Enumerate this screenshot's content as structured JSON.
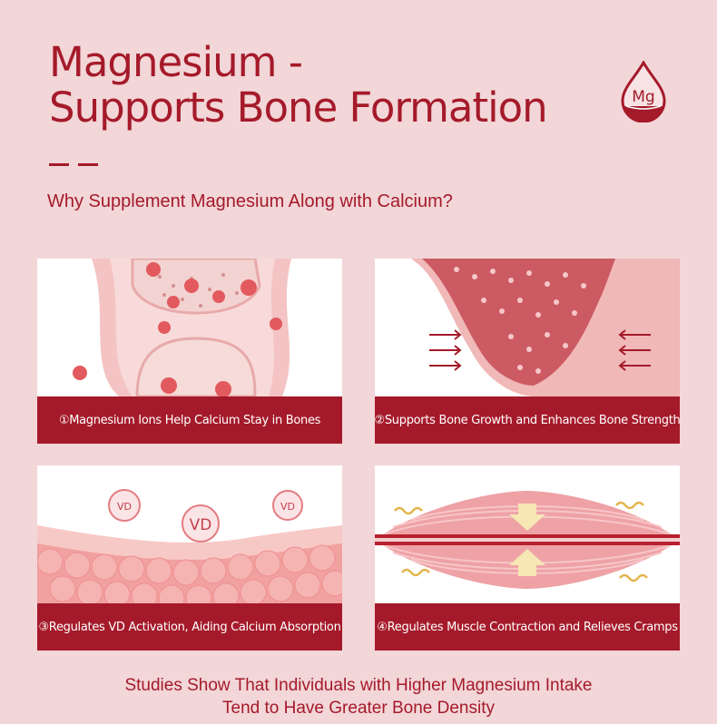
{
  "header": {
    "title_line1": "Magnesium -",
    "title_line2": "Supports Bone Formation",
    "badge_label": "Mg",
    "subtitle": "Why Supplement Magnesium Along with Calcium?"
  },
  "cards": [
    {
      "caption": "①Magnesium Ions Help Calcium Stay in Bones",
      "icon": "joint-illustration"
    },
    {
      "caption": "②Supports Bone Growth and Enhances Bone Strength",
      "icon": "bone-illustration"
    },
    {
      "caption": "③Regulates VD Activation, Aiding Calcium Absorption",
      "icon": "cells-illustration",
      "bubble_label": "VD"
    },
    {
      "caption": "④Regulates Muscle Contraction and Relieves Cramps",
      "icon": "muscle-illustration"
    }
  ],
  "footer": {
    "line1": "Studies Show That Individuals with Higher Magnesium Intake",
    "line2": "Tend to Have Greater Bone Density"
  },
  "colors": {
    "background": "#f2d6d8",
    "accent": "#a51a2a",
    "card": "#ffffff"
  }
}
